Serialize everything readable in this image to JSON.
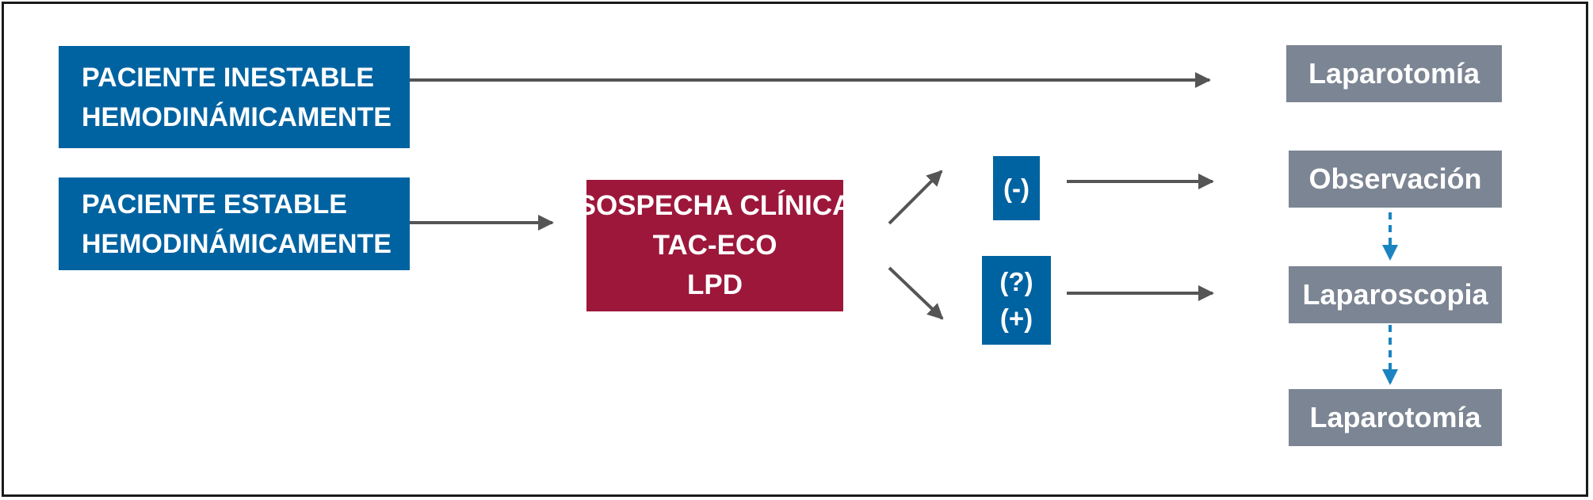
{
  "nodes": {
    "unstable": {
      "line1": "PACIENTE INESTABLE",
      "line2": "HEMODINÁMICAMENTE"
    },
    "stable": {
      "line1": "PACIENTE ESTABLE",
      "line2": "HEMODINÁMICAMENTE"
    },
    "suspicion": {
      "line1": "SOSPECHA CLÍNICA",
      "line2": "TAC-ECO",
      "line3": "LPD"
    },
    "negative": {
      "label": "(-)"
    },
    "doubtful": {
      "line1": "(?)",
      "line2": "(+)"
    },
    "out_laparotomy_top": {
      "label": "Laparotomía"
    },
    "out_observation": {
      "label": "Observación"
    },
    "out_laparoscopy": {
      "label": "Laparoscopia"
    },
    "out_laparotomy_bottom": {
      "label": "Laparotomía"
    }
  },
  "colors": {
    "patient_box": "#0063a1",
    "suspicion_box": "#9d173b",
    "outcome_box": "#7c8593",
    "arrow": "#555555",
    "dashed_arrow": "#1b84c0"
  },
  "edges": [
    {
      "from": "unstable",
      "to": "out_laparotomy_top",
      "style": "solid"
    },
    {
      "from": "stable",
      "to": "suspicion",
      "style": "solid"
    },
    {
      "from": "suspicion",
      "to": "negative",
      "style": "solid"
    },
    {
      "from": "suspicion",
      "to": "doubtful",
      "style": "solid"
    },
    {
      "from": "negative",
      "to": "out_observation",
      "style": "solid"
    },
    {
      "from": "doubtful",
      "to": "out_laparoscopy",
      "style": "solid"
    },
    {
      "from": "out_observation",
      "to": "out_laparoscopy",
      "style": "dashed"
    },
    {
      "from": "out_laparoscopy",
      "to": "out_laparotomy_bottom",
      "style": "dashed"
    }
  ]
}
